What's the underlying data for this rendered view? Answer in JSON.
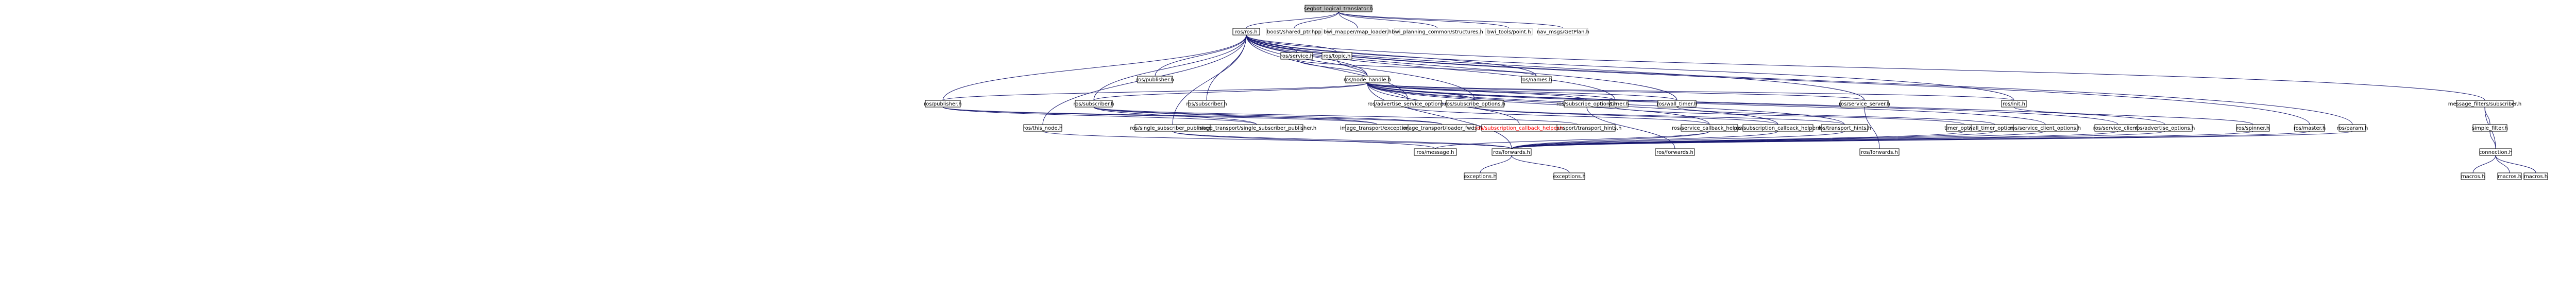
{
  "graph": {
    "root": "segbot_logical_translator.h",
    "nodes": [
      "segbot_logical_translator.h",
      "ros/ros.h",
      "boost/shared_ptr.hpp",
      "bwi_mapper/map_loader.h",
      "bwi_planning_common/structures.h",
      "bwi_tools/point.h",
      "nav_msgs/GetPlan.h",
      "ros/service.h",
      "ros/topic.h",
      "ros/node_handle.h",
      "ros/names.h",
      "ros/publisher.h",
      "ros/subscriber.h",
      "ros/advertise_service_options.h",
      "ros/subscribe_options.h",
      "ros/timer.h",
      "ros/wall_timer.h",
      "ros/service_server.h",
      "ros/init.h",
      "message_filters/subscriber.h",
      "ros/this_node.h",
      "ros/single_subscriber_publisher.h",
      "image_transport/single_subscriber_publisher.h",
      "image_transport/exception.h",
      "image_transport/loader_fwds.h",
      "image_transport/transport_hints.h",
      "ros/service_callback_helper.h",
      "ros/subscription_callback_helper.h",
      "ros/transport_hints.h",
      "timer_options.h",
      "wall_timer_options.h",
      "ros/service_client_options.h",
      "ros/service_client.h",
      "ros/advertise_options.h",
      "ros/spinner.h",
      "ros/master.h",
      "ros/param.h",
      "simple_filter.h",
      "ros/message.h",
      "ros/forwards.h",
      "connection.h",
      "exceptions.h",
      "macros.h"
    ]
  }
}
